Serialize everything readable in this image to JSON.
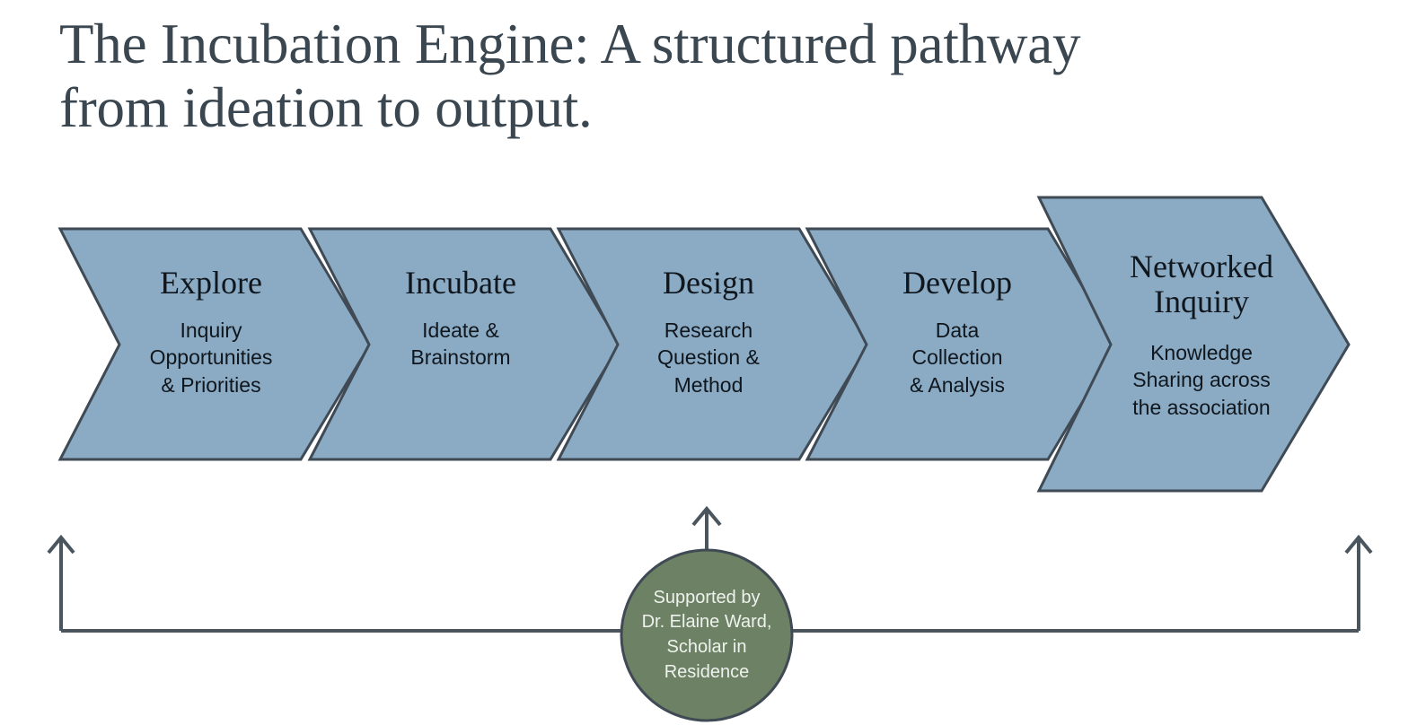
{
  "slide": {
    "title": "The Incubation Engine: A structured pathway\nfrom ideation to output.",
    "background_color": "#ffffff",
    "title_color": "#3b4750"
  },
  "colors": {
    "chevron_fill": "#8aabc3",
    "chevron_stroke": "#3f4a55",
    "circle_fill": "#6d8264",
    "circle_stroke": "#3f4a55",
    "circle_text": "#eef2ee",
    "line": "#4a555e",
    "step_text": "#10161d"
  },
  "process": {
    "steps": [
      {
        "id": "explore",
        "heading": "Explore",
        "body": "Inquiry\nOpportunities\n& Priorities"
      },
      {
        "id": "incubate",
        "heading": "Incubate",
        "body": "Ideate &\nBrainstorm"
      },
      {
        "id": "design",
        "heading": "Design",
        "body": "Research\nQuestion &\nMethod"
      },
      {
        "id": "develop",
        "heading": "Develop",
        "body": "Data\nCollection\n& Analysis"
      },
      {
        "id": "networked-inquiry",
        "heading": "Networked\nInquiry",
        "body": "Knowledge\nSharing across\nthe association"
      }
    ]
  },
  "support": {
    "circle_text": "Supported by\nDr. Elaine Ward,\nScholar in\nResidence"
  }
}
